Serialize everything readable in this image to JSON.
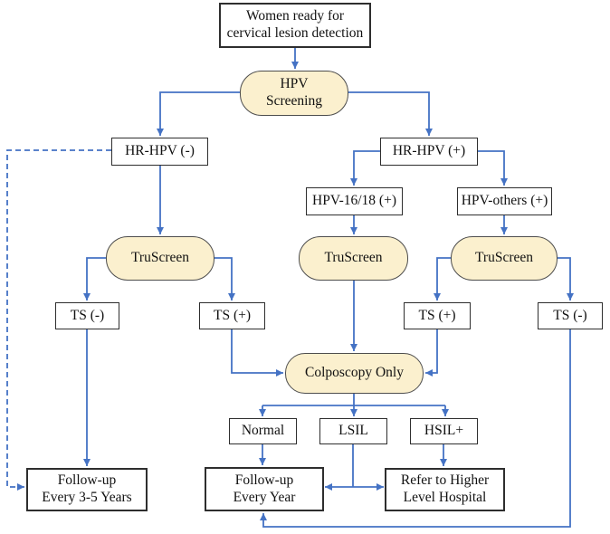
{
  "figure": {
    "type": "flowchart",
    "description": "Cervical lesion detection screening pathway combining HPV screening and TruScreen triage"
  },
  "colors": {
    "line": "#4472C4",
    "node_fill": "#FBF0CE",
    "pill_border": "#4d4d4d",
    "rect_border": "#2e2e2e",
    "text": "#111111",
    "background": "#ffffff"
  },
  "nodes": {
    "start": {
      "label": "Women ready for\ncervical lesion detection",
      "shape": "rect"
    },
    "hpv_screening": {
      "label": "HPV\nScreening",
      "shape": "rounded"
    },
    "hr_hpv_negative": {
      "label": "HR-HPV (-)",
      "shape": "rect"
    },
    "hr_hpv_positive": {
      "label": "HR-HPV (+)",
      "shape": "rect"
    },
    "hpv_16_18": {
      "label": "HPV-16/18 (+)",
      "shape": "rect"
    },
    "hpv_others": {
      "label": "HPV-others (+)",
      "shape": "rect"
    },
    "truscreen_left": {
      "label": "TruScreen",
      "shape": "rounded"
    },
    "truscreen_middle": {
      "label": "TruScreen",
      "shape": "rounded"
    },
    "truscreen_right": {
      "label": "TruScreen",
      "shape": "rounded"
    },
    "ts_negative_left": {
      "label": "TS (-)",
      "shape": "rect"
    },
    "ts_positive_left": {
      "label": "TS (+)",
      "shape": "rect"
    },
    "ts_positive_right": {
      "label": "TS (+)",
      "shape": "rect"
    },
    "ts_negative_right": {
      "label": "TS (-)",
      "shape": "rect"
    },
    "colposcopy": {
      "label": "Colposcopy Only",
      "shape": "rounded"
    },
    "normal": {
      "label": "Normal",
      "shape": "rect"
    },
    "lsil": {
      "label": "LSIL",
      "shape": "rect"
    },
    "hsil_plus": {
      "label": "HSIL+",
      "shape": "rect"
    },
    "followup_3_5_years": {
      "label": "Follow-up\nEvery 3-5 Years",
      "shape": "rect"
    },
    "followup_every_year": {
      "label": "Follow-up\nEvery Year",
      "shape": "rect"
    },
    "refer_higher_hospital": {
      "label": "Refer to Higher\nLevel Hospital",
      "shape": "rect"
    }
  },
  "edges": [
    {
      "from": "start",
      "to": "hpv_screening",
      "style": "solid",
      "arrow": "end"
    },
    {
      "from": "hpv_screening",
      "to": "hr_hpv_negative",
      "style": "solid",
      "arrow": "end"
    },
    {
      "from": "hpv_screening",
      "to": "hr_hpv_positive",
      "style": "solid",
      "arrow": "end"
    },
    {
      "from": "hr_hpv_negative",
      "to": "truscreen_left",
      "style": "solid",
      "arrow": "end"
    },
    {
      "from": "hr_hpv_positive",
      "to": "hpv_16_18",
      "style": "solid",
      "arrow": "end"
    },
    {
      "from": "hr_hpv_positive",
      "to": "hpv_others",
      "style": "solid",
      "arrow": "end"
    },
    {
      "from": "hpv_16_18",
      "to": "truscreen_middle",
      "style": "solid",
      "arrow": "end"
    },
    {
      "from": "hpv_others",
      "to": "truscreen_right",
      "style": "solid",
      "arrow": "end"
    },
    {
      "from": "truscreen_left",
      "to": "ts_negative_left",
      "style": "solid",
      "arrow": "end"
    },
    {
      "from": "truscreen_left",
      "to": "ts_positive_left",
      "style": "solid",
      "arrow": "end"
    },
    {
      "from": "truscreen_right",
      "to": "ts_positive_right",
      "style": "solid",
      "arrow": "end"
    },
    {
      "from": "truscreen_right",
      "to": "ts_negative_right",
      "style": "solid",
      "arrow": "end"
    },
    {
      "from": "truscreen_middle",
      "to": "colposcopy",
      "style": "solid",
      "arrow": "end"
    },
    {
      "from": "ts_positive_left",
      "to": "colposcopy",
      "style": "solid",
      "arrow": "end"
    },
    {
      "from": "ts_positive_right",
      "to": "colposcopy",
      "style": "solid",
      "arrow": "end"
    },
    {
      "from": "colposcopy",
      "to": "normal",
      "style": "solid",
      "arrow": "end"
    },
    {
      "from": "colposcopy",
      "to": "lsil",
      "style": "solid",
      "arrow": "end"
    },
    {
      "from": "colposcopy",
      "to": "hsil_plus",
      "style": "solid",
      "arrow": "end"
    },
    {
      "from": "normal",
      "to": "followup_every_year",
      "style": "solid",
      "arrow": "end"
    },
    {
      "from": "lsil",
      "to": "followup_every_year",
      "style": "solid",
      "arrow": "both"
    },
    {
      "from": "lsil",
      "to": "refer_higher_hospital",
      "style": "solid",
      "arrow": "both"
    },
    {
      "from": "hsil_plus",
      "to": "refer_higher_hospital",
      "style": "solid",
      "arrow": "end"
    },
    {
      "from": "ts_negative_left",
      "to": "followup_3_5_years",
      "style": "solid",
      "arrow": "end"
    },
    {
      "from": "ts_negative_right",
      "to": "followup_every_year",
      "style": "solid",
      "arrow": "end"
    },
    {
      "from": "hr_hpv_negative",
      "to": "followup_3_5_years",
      "style": "dashed",
      "arrow": "end"
    }
  ]
}
